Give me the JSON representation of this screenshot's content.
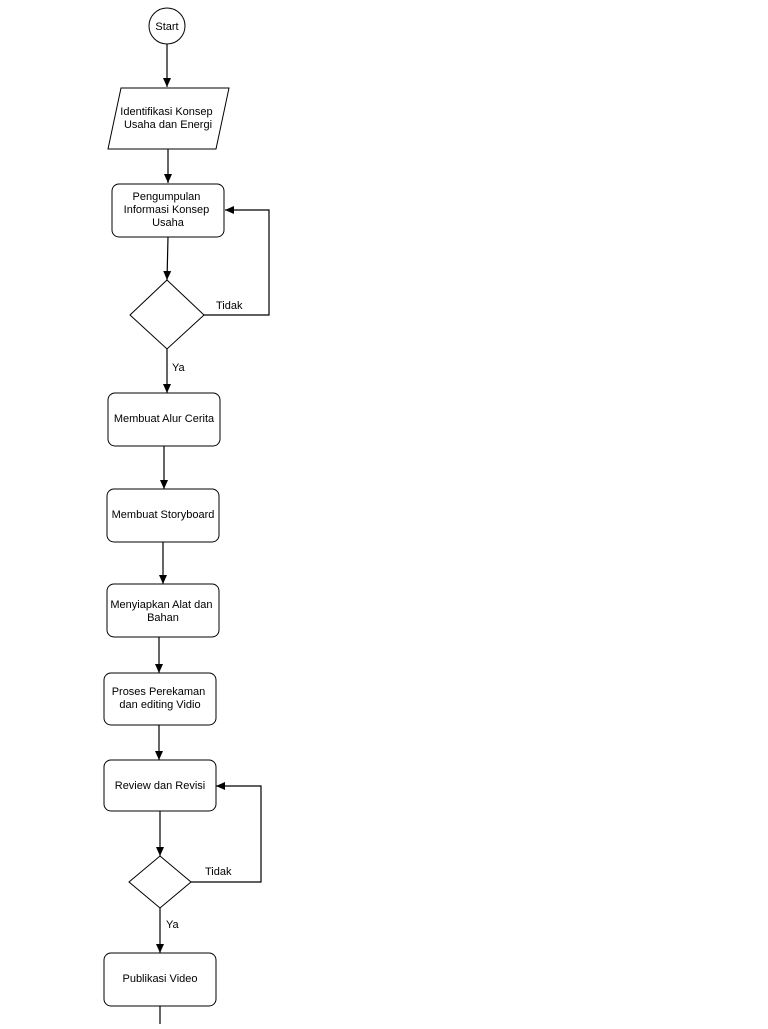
{
  "diagram": {
    "nodes": {
      "start": "Start",
      "identifikasi": [
        "Identifikasi Konsep",
        "Usaha dan Energi"
      ],
      "pengumpulan": [
        "Pengumpulan",
        "Informasi Konsep",
        "Usaha"
      ],
      "decision_1": "",
      "alur": "Membuat Alur Cerita",
      "storyboard": "Membuat Storyboard",
      "menyiapkan": [
        "Menyiapkan Alat dan",
        "Bahan"
      ],
      "perekaman": [
        "Proses Perekaman",
        "dan editing Vidio"
      ],
      "review": "Review dan Revisi",
      "decision_2": "",
      "publikasi": "Publikasi Video"
    },
    "edge_labels": {
      "tidak_1": "Tidak",
      "ya_1": "Ya",
      "tidak_2": "Tidak",
      "ya_2": "Ya"
    }
  }
}
